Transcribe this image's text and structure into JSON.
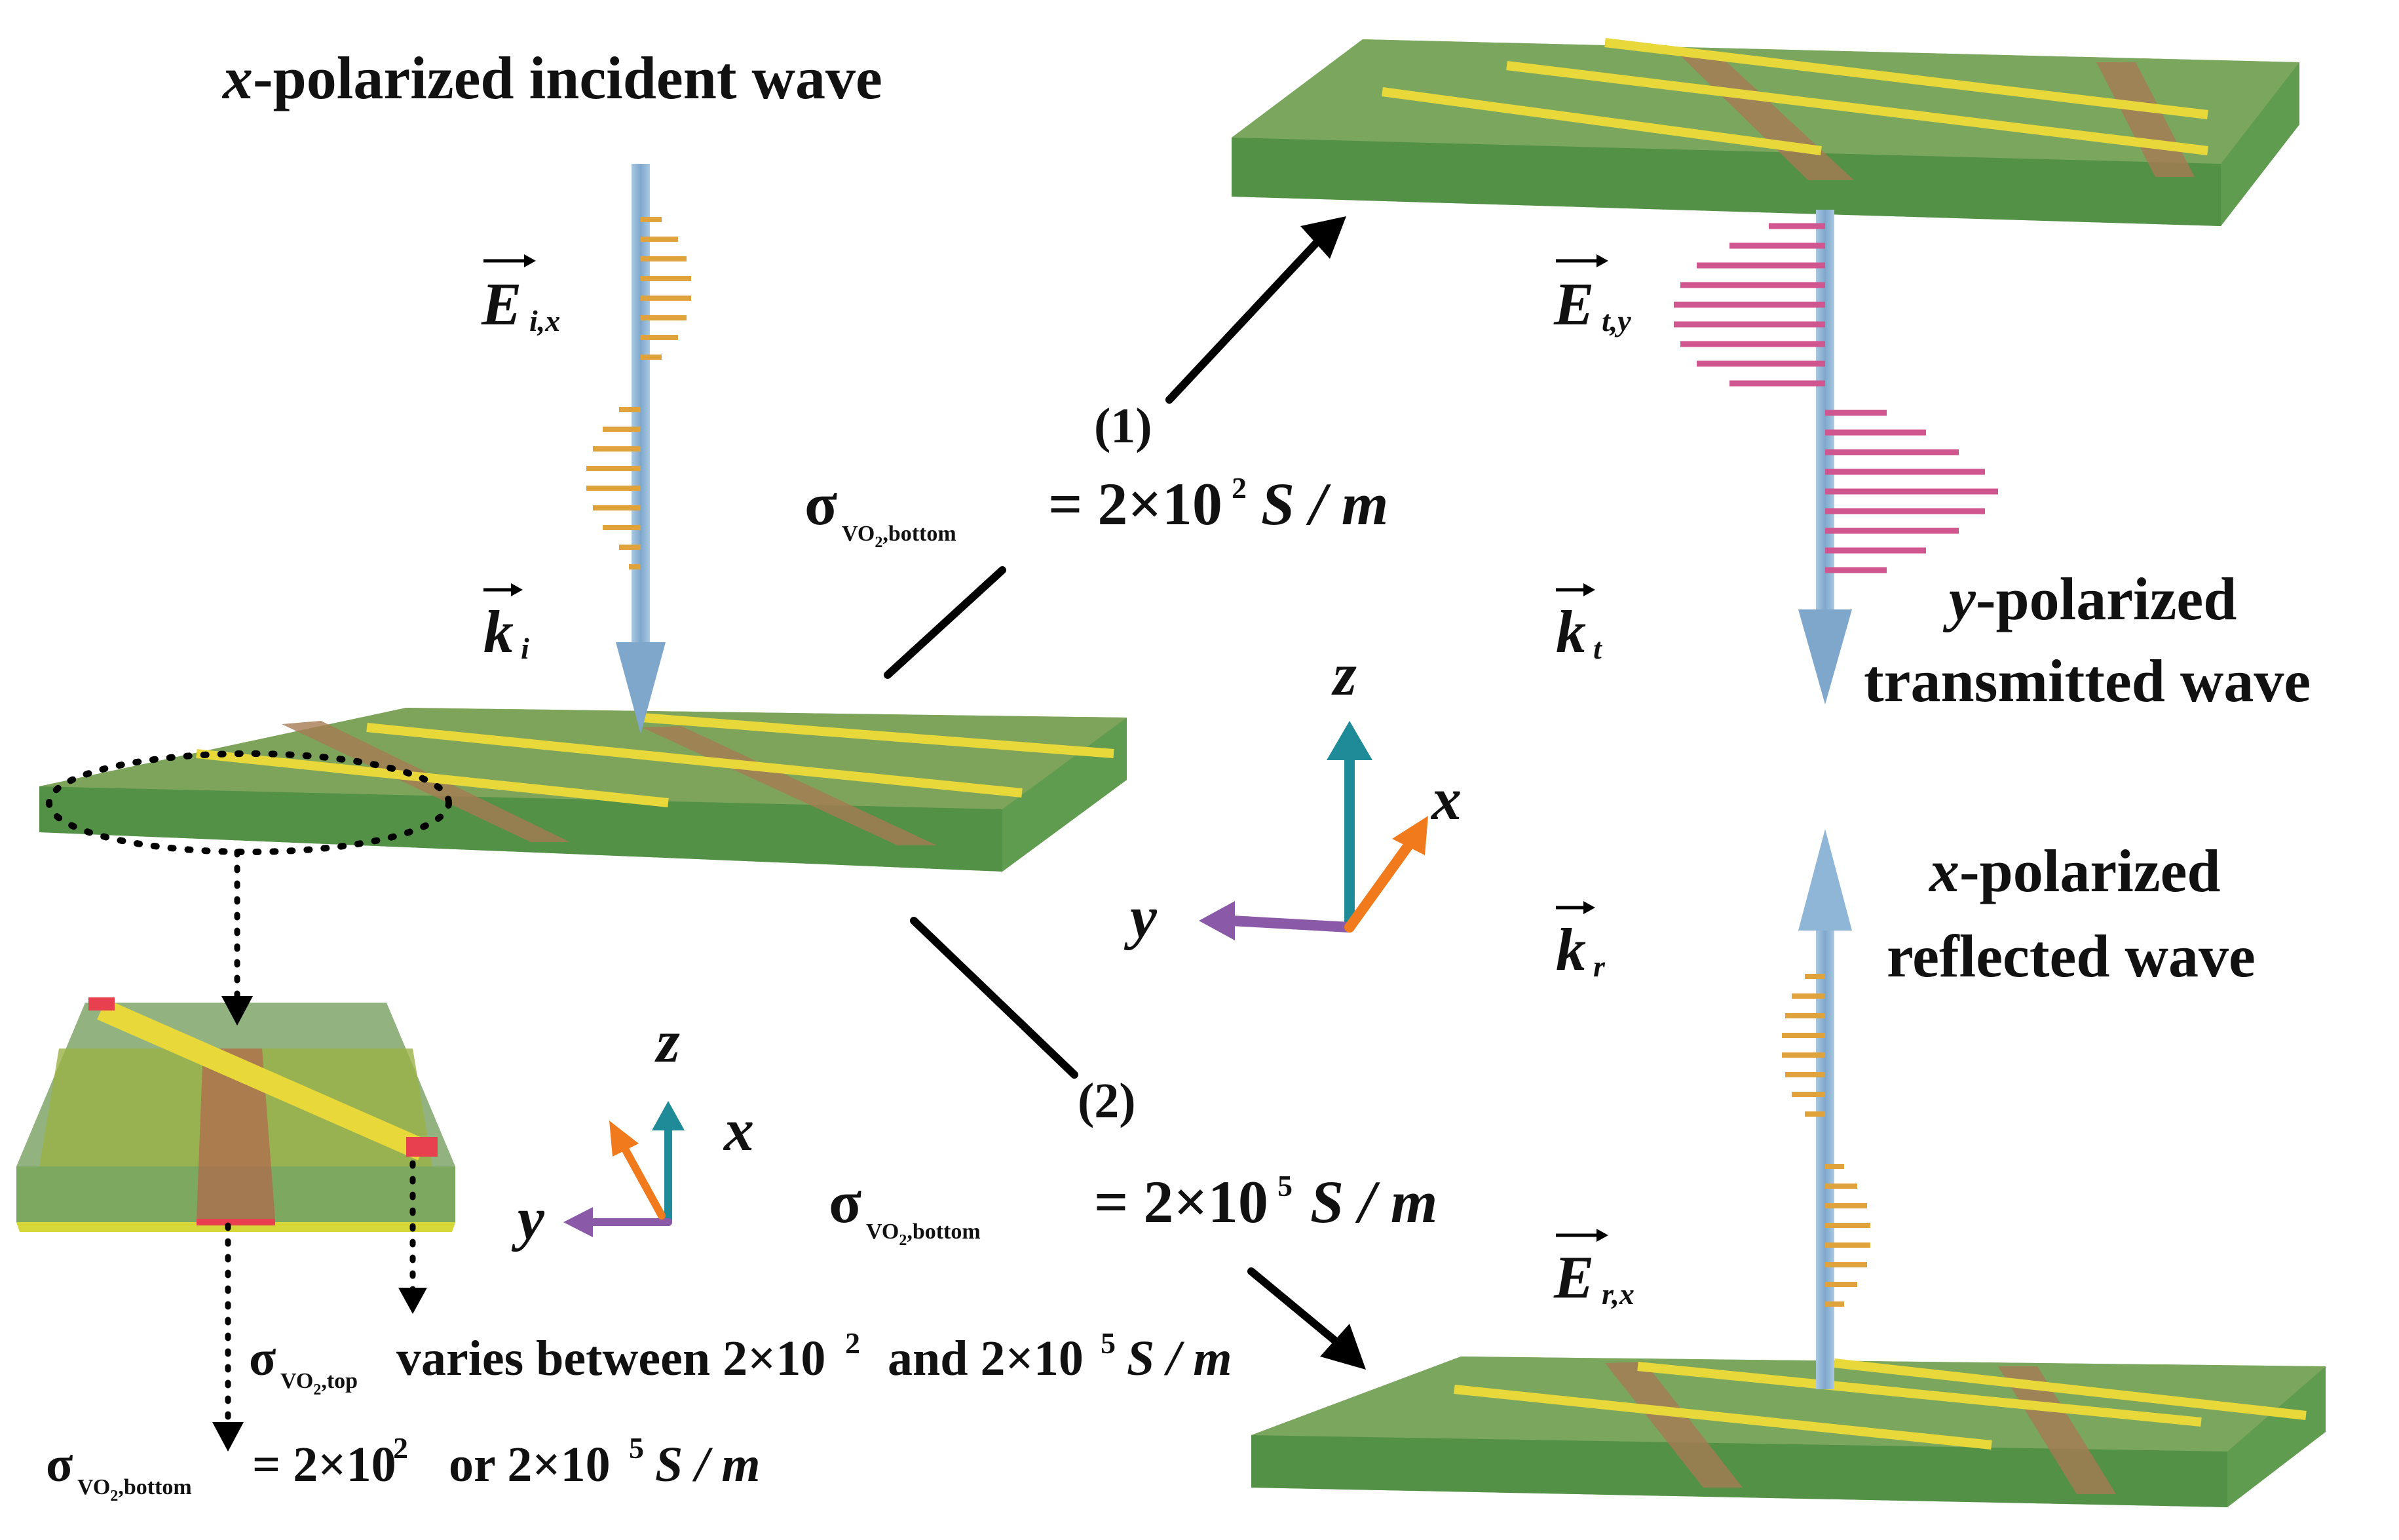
{
  "labels": {
    "incident_title": "x-polarized incident wave",
    "incident_title_var": "x",
    "incident_title_rest": "-polarized incident wave",
    "transmitted_line1_var": "y",
    "transmitted_line1_rest": "-polarized",
    "transmitted_line2": "transmitted wave",
    "reflected_line1_var": "x",
    "reflected_line1_rest": "-polarized",
    "reflected_line2": "reflected wave"
  },
  "vectors": {
    "E_incident": {
      "symbol": "E",
      "subscript": "i,x"
    },
    "k_incident": {
      "symbol": "k",
      "subscript": "i"
    },
    "E_transmitted": {
      "symbol": "E",
      "subscript": "t,y"
    },
    "k_transmitted": {
      "symbol": "k",
      "subscript": "t"
    },
    "k_reflected": {
      "symbol": "k",
      "subscript": "r"
    },
    "E_reflected": {
      "symbol": "E",
      "subscript": "r,x"
    }
  },
  "cases": {
    "case1": {
      "number": "(1)",
      "sigma": "σ",
      "sub_main": "VO",
      "sub_2": "2",
      "sub_rest": ",bottom",
      "value": "= 2×10",
      "exponent": "2",
      "unit": "S / m"
    },
    "case2": {
      "number": "(2)",
      "sigma": "σ",
      "sub_main": "VO",
      "sub_2": "2",
      "sub_rest": ",bottom",
      "value": "= 2×10",
      "exponent": "5",
      "unit": "S / m"
    }
  },
  "bottom_notes": {
    "top": {
      "sigma": "σ",
      "sub_main": "VO",
      "sub_2": "2",
      "sub_rest": ",top",
      "text": "varies between 2×10",
      "exp1": "2",
      "mid": "and 2×10",
      "exp2": "5",
      "unit": "S / m"
    },
    "bottom": {
      "sigma": "σ",
      "sub_main": "VO",
      "sub_2": "2",
      "sub_rest": ",bottom",
      "text": "= 2×10",
      "exp1": "2",
      "mid": "or 2×10",
      "exp2": "5",
      "unit": "S / m"
    }
  },
  "axes": {
    "x": "x",
    "y": "y",
    "z": "z"
  },
  "colors": {
    "slab_top": "#7a9e52",
    "slab_front": "#5f9a48",
    "wave_arrow": "#8fb6d6",
    "incident_field": "#e0a23a",
    "transmitted_field": "#d0568f",
    "axis_x": "#f07a1c",
    "axis_y": "#8a5aa8",
    "axis_z": "#1f8a98"
  }
}
